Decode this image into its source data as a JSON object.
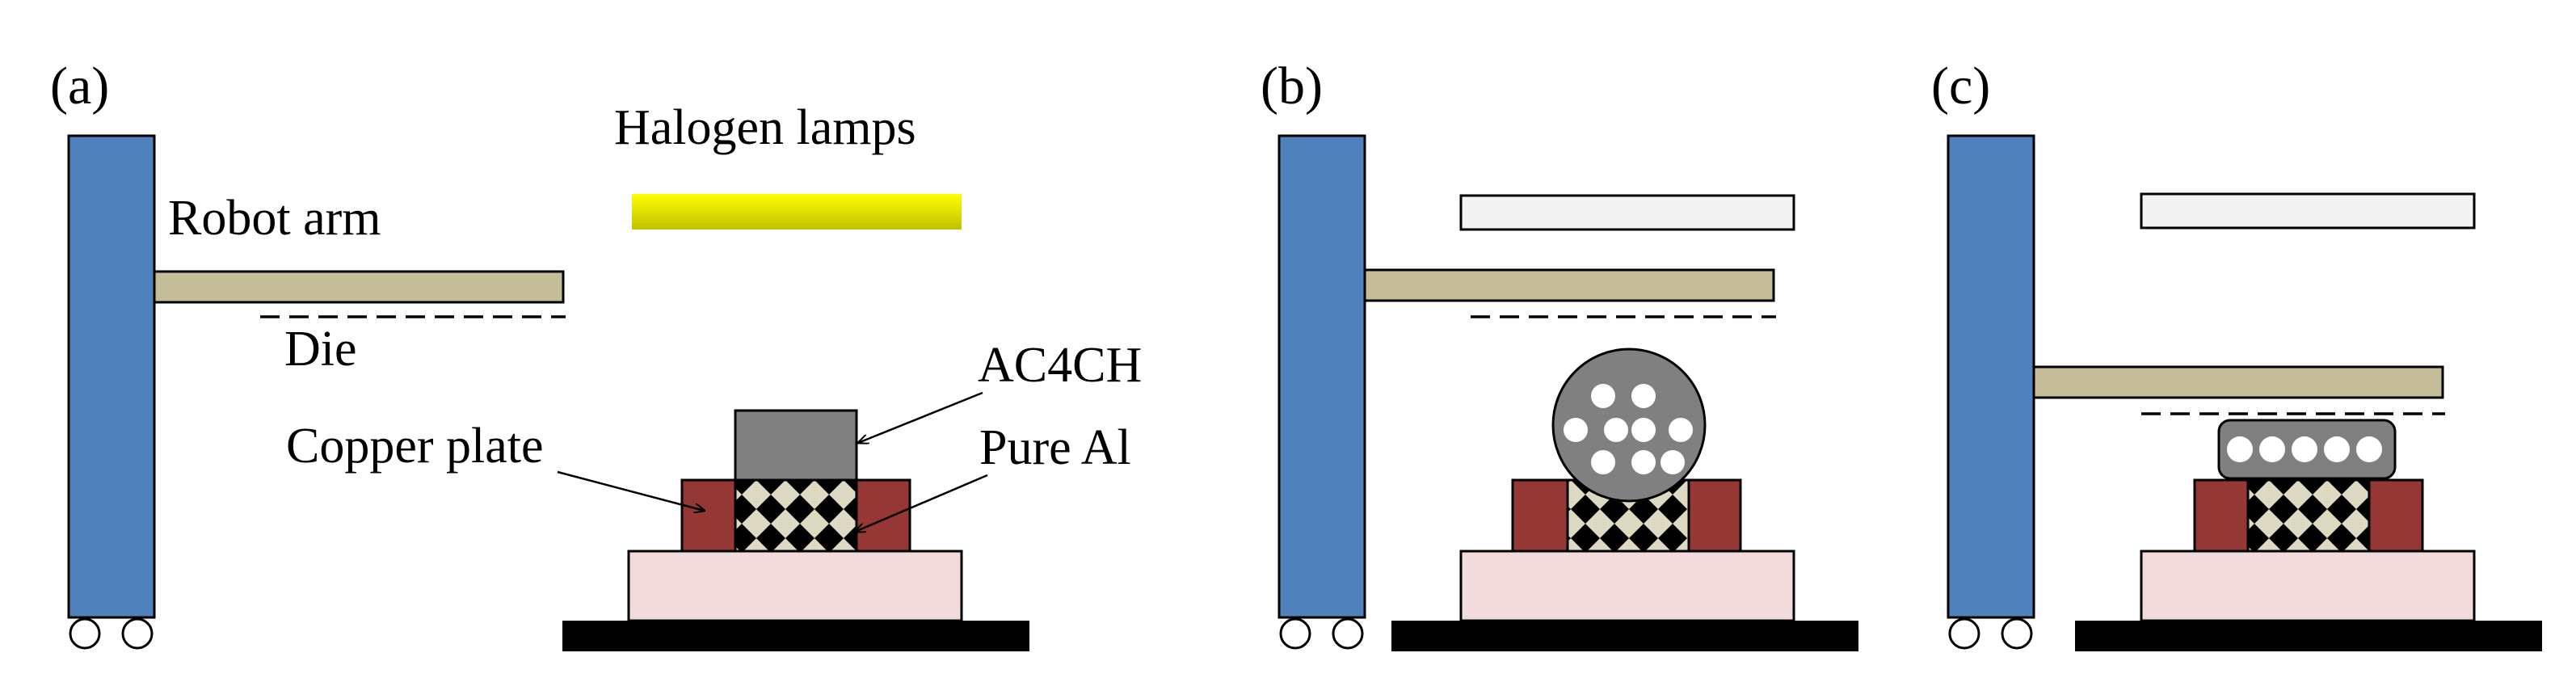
{
  "panels": {
    "a": {
      "label": "(a)"
    },
    "b": {
      "label": "(b)"
    },
    "c": {
      "label": "(c)"
    }
  },
  "labels": {
    "halogen_lamps": "Halogen lamps",
    "robot_arm": "Robot arm",
    "die": "Die",
    "copper_plate": "Copper plate",
    "ac4ch": "AC4CH",
    "pure_al": "Pure Al"
  },
  "colors": {
    "column": "#4f81bd",
    "arm": "#c4bd97",
    "lamp_on_top": "#ffff00",
    "lamp_on_bottom": "#c0c000",
    "lamp_off": "#f2f2f2",
    "copper": "#953735",
    "base": "#f2dcdb",
    "table": "#000000",
    "ac4ch": "#808080",
    "checker_light": "#ddd9c3"
  }
}
